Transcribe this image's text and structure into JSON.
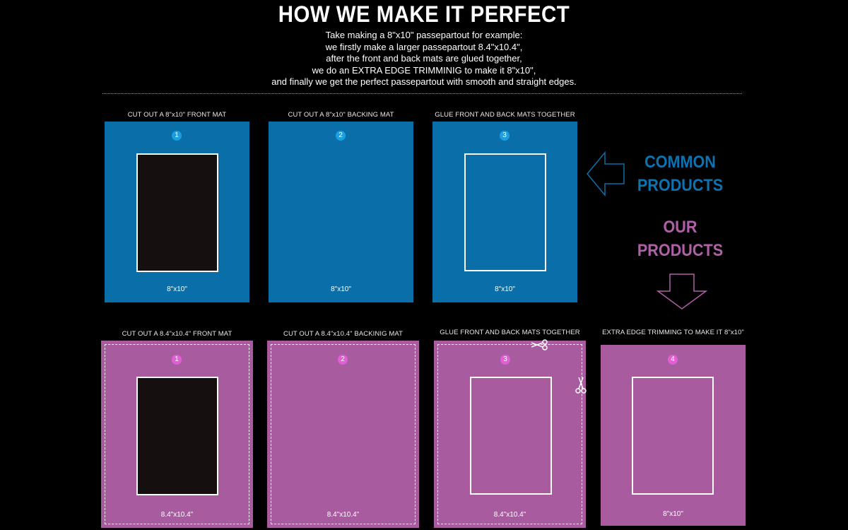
{
  "header": {
    "title": "HOW WE MAKE IT PERFECT",
    "lines": [
      "Take making a 8\"x10\" passepartout for example:",
      "we firstly make a larger passepartout 8.4\"x10.4\",",
      "after the front and back mats are glued together,",
      "we do an EXTRA EDGE TRIMMINIG to make it 8\"x10\",",
      "and finally we get the perfect passepartout with smooth and straight edges."
    ]
  },
  "common": {
    "label_line1": "COMMON",
    "label_line2": "PRODUCTS",
    "color": "#0a6fa8",
    "steps": [
      {
        "label": "CUT OUT A 8\"x10\" FRONT MAT",
        "number": "1",
        "size": "8\"x10\""
      },
      {
        "label": "CUT OUT A 8\"x10\" BACKING MAT",
        "number": "2",
        "size": "8\"x10\""
      },
      {
        "label": "GLUE FRONT AND BACK MATS TOGETHER",
        "number": "3",
        "size": "8\"x10\""
      }
    ]
  },
  "ours": {
    "label_line1": "OUR",
    "label_line2": "PRODUCTS",
    "color": "#a85c9f",
    "steps": [
      {
        "label": "CUT OUT A 8.4\"x10.4\" FRONT MAT",
        "number": "1",
        "size": "8.4\"x10.4\""
      },
      {
        "label": "CUT OUT A 8.4\"x10.4\" BACKINIG MAT",
        "number": "2",
        "size": "8.4\"x10.4\""
      },
      {
        "label": "GLUE FRONT AND BACK MATS TOGETHER",
        "number": "3",
        "size": "8.4\"x10.4\""
      },
      {
        "label": "EXTRA EDGE TRIMMING TO MAKE IT 8\"x10\"",
        "number": "4",
        "size": "8\"x10\""
      }
    ]
  },
  "icons": {
    "left_arrow": "arrow-left-outline-icon",
    "down_arrow": "arrow-down-outline-icon",
    "scissors": "scissors-icon"
  }
}
